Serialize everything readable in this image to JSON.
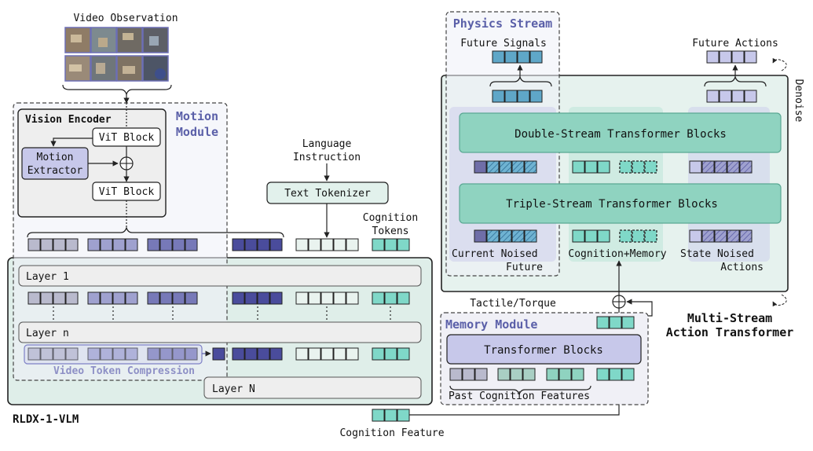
{
  "labels": {
    "video_observation": "Video Observation",
    "vision_encoder": "Vision Encoder",
    "vit_block_top": "ViT Block",
    "motion_extractor_line1": "Motion",
    "motion_extractor_line2": "Extractor",
    "vit_block_bottom": "ViT Block",
    "motion_module_line1": "Motion",
    "motion_module_line2": "Module",
    "language_instruction_line1": "Language",
    "language_instruction_line2": "Instruction",
    "text_tokenizer": "Text Tokenizer",
    "cognition_tokens_line1": "Cognition",
    "cognition_tokens_line2": "Tokens",
    "layer_1": "Layer 1",
    "layer_n": "Layer n",
    "layer_N": "Layer N",
    "video_token_compression": "Video Token Compression",
    "rldx_vlm": "RLDX-1-VLM",
    "cognition_feature": "Cognition Feature",
    "physics_stream": "Physics Stream",
    "future_signals": "Future Signals",
    "future_actions": "Future Actions",
    "denoise": "Denoise",
    "double_stream": "Double-Stream Transformer Blocks",
    "triple_stream": "Triple-Stream Transformer Blocks",
    "current_noised_line1": "Current Noised",
    "current_noised_line2": "Future",
    "cognition_memory": "Cognition+Memory",
    "state_noised_line1": "State Noised",
    "state_noised_line2": "Actions",
    "tactile_torque": "Tactile/Torque",
    "memory_module": "Memory Module",
    "transformer_blocks": "Transformer Blocks",
    "past_cognition_features": "Past Cognition Features",
    "ma_transformer_line1": "Multi-Stream",
    "ma_transformer_line2": "Action Transformer"
  },
  "colors": {
    "motion_module_fill": "#eef0f8",
    "vlm_fill": "#dfeee9",
    "action_fill": "#e6f2ee",
    "physics_fill": "#eef0f8",
    "memory_fill": "#f0f0f6",
    "stream_block": "#8fd3c0",
    "purple_block": "#c7c8ea",
    "token_gray": "#b9bacd",
    "token_purple_light": "#9fa1cf",
    "token_purple_mid": "#7779b8",
    "token_purple_dark": "#4a4c9c",
    "token_text": "#e9f3ef",
    "token_cognition": "#7fd8c8",
    "token_teal": "#5fa7c8",
    "accent_text": "#5a5fa8"
  },
  "icons": [
    "frame-thumbnail",
    "oplus-icon",
    "denoise-loop-icon"
  ]
}
